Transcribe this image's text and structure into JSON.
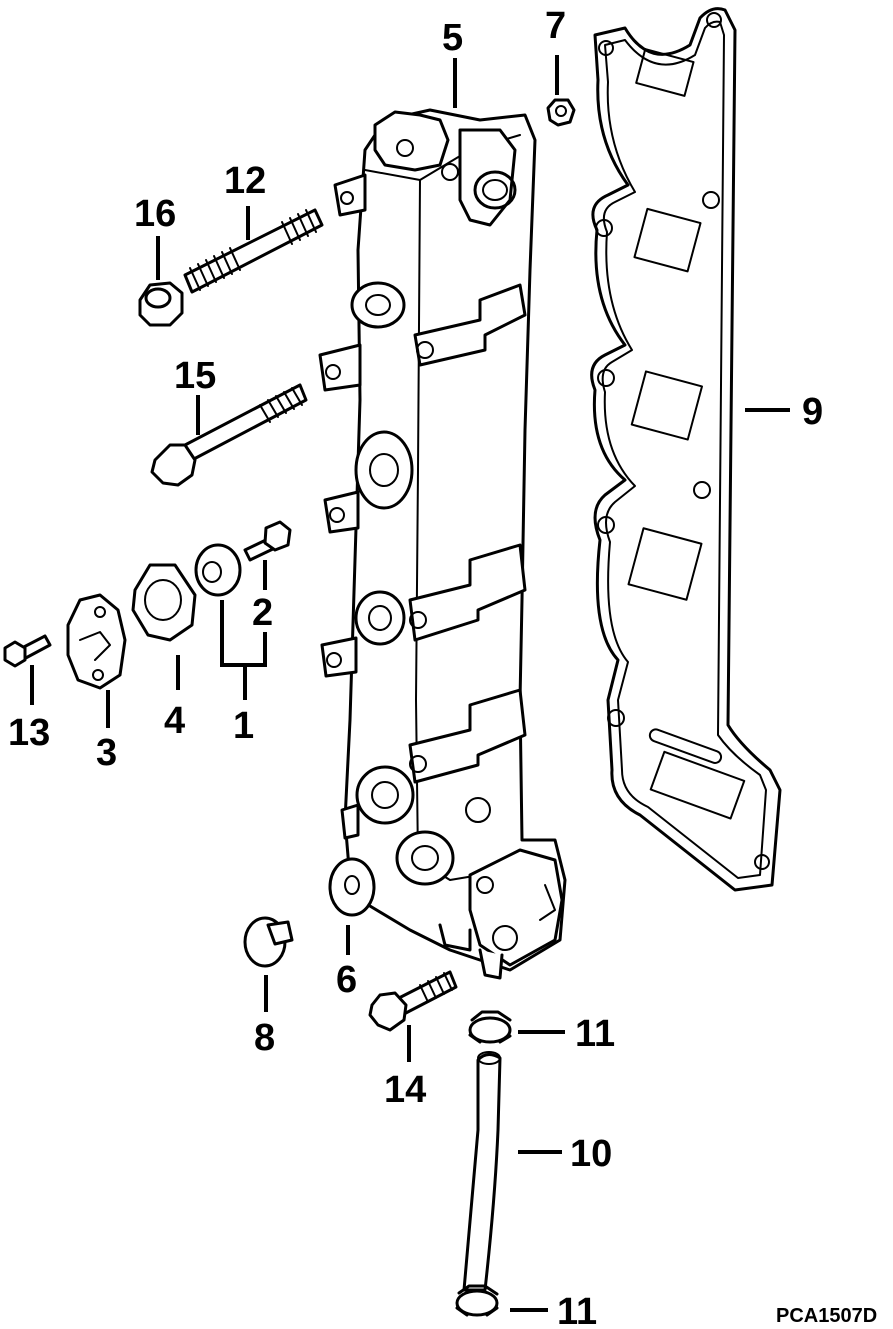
{
  "callouts": {
    "c1": "1",
    "c2": "2",
    "c3": "3",
    "c4": "4",
    "c5": "5",
    "c6": "6",
    "c7": "7",
    "c8": "8",
    "c9": "9",
    "c10": "10",
    "c11a": "11",
    "c11b": "11",
    "c12": "12",
    "c13": "13",
    "c14": "14",
    "c15": "15",
    "c16": "16"
  },
  "figure_code": "PCA1507D"
}
